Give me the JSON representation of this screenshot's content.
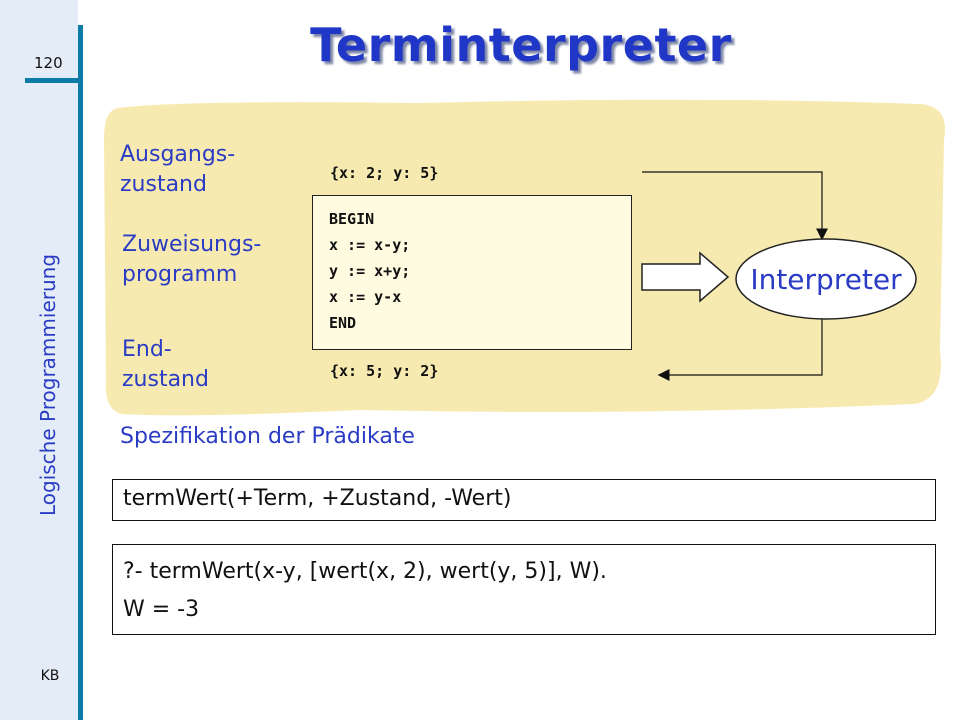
{
  "slide": {
    "page_number": "120",
    "title": "Terminterpreter",
    "side_title": "Logische Programmierung",
    "author": "KB"
  },
  "diagram": {
    "labels": {
      "start_state": [
        "Ausgangs-",
        "zustand"
      ],
      "program": [
        "Zuweisungs-",
        "programm"
      ],
      "end_state": [
        "End-",
        "zustand"
      ]
    },
    "start_state_value": "{x: 2; y: 5}",
    "end_state_value": "{x: 5; y: 2}",
    "code_lines": [
      "BEGIN",
      "x := x-y;",
      "y := x+y;",
      "x := y-x",
      "END"
    ],
    "interpreter_label": "Interpreter"
  },
  "section_heading": "Spezifikation der Prädikate",
  "predicate_spec": "termWert(+Term, +Zustand, -Wert)",
  "query": {
    "line1": "?- termWert(x-y, [wert(x, 2), wert(y, 5)], W).",
    "line2": "W = -3"
  },
  "colors": {
    "accent": "#1f36c7",
    "label_blue": "#2a3cc4",
    "sidebar": "#e4ecf7",
    "rule": "#0c7ca6",
    "highlight": "#f7eab0"
  }
}
